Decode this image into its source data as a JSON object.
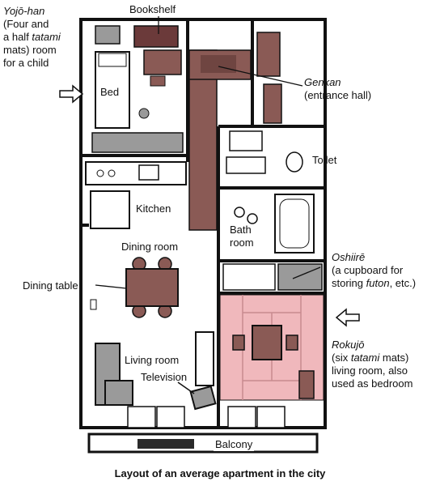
{
  "labels": {
    "yojohan_name": "Yojō-han",
    "yojohan_desc1": "(Four and",
    "yojohan_desc2a": "a half ",
    "yojohan_desc2b": "tatami",
    "yojohan_desc3": "mats) room",
    "yojohan_desc4": "for a child",
    "bookshelf": "Bookshelf",
    "bed": "Bed",
    "genkan_name": "Genkan",
    "genkan_desc": "(entrance hall)",
    "toilet": "Toilet",
    "kitchen": "Kitchen",
    "bath1": "Bath",
    "bath2": "room",
    "dining_room": "Dining room",
    "dining_table": "Dining table",
    "oshiire_name": "Oshiirē",
    "oshiire_desc1": "(a cupboard for",
    "oshiire_desc2a": "storing ",
    "oshiire_desc2b": "futon",
    "oshiire_desc2c": ", etc.)",
    "rokujo_name": "Rokujō",
    "rokujo_desc1a": "(six ",
    "rokujo_desc1b": "tatami",
    "rokujo_desc1c": " mats)",
    "rokujo_desc2": "living room, also",
    "rokujo_desc3": "used as bedroom",
    "living_room": "Living room",
    "television": "Television",
    "balcony": "Balcony"
  },
  "caption": "Layout of an average apartment in the city",
  "colors": {
    "wall": "#111111",
    "floor": "#ffffff",
    "wood": "#8a5a55",
    "tatami": "#f0b8bc",
    "fixture": "#9a9a9a",
    "dark": "#2a2a2a"
  }
}
